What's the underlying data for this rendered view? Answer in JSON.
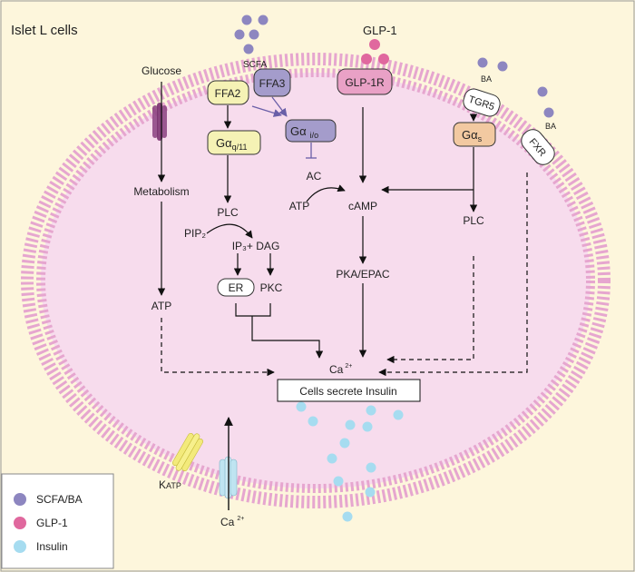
{
  "title": "Islet L cells",
  "ligands": {
    "scfa": "SCFA",
    "glp1": "GLP-1",
    "ba": "BA"
  },
  "receptors": {
    "ffa2": "FFA2",
    "ffa3": "FFA3",
    "glp1r": "GLP-1R",
    "tgr5": "TGR5",
    "fxr": "FXR"
  },
  "g_proteins": {
    "gq_main": "Gα",
    "gq_sub": "q/11",
    "gio_main": "Gα",
    "gio_sub": "i/o",
    "gs_main": "Gα",
    "gs_sub": "s"
  },
  "nodes": {
    "glucose": "Glucose",
    "metabolism": "Metabolism",
    "atp_left": "ATP",
    "plc_left": "PLC",
    "pip2": "PIP₂",
    "ip3_dag": "IP₃+ DAG",
    "er": "ER",
    "pkc": "PKC",
    "ac": "AC",
    "atp_mid": "ATP",
    "camp": "cAMP",
    "pka_epac": "PKA/EPAC",
    "plc_right": "PLC",
    "ca_inner": "Ca",
    "ca_inner_sup": "2+",
    "secrete": "Cells secrete Insulin",
    "katp_k": "K",
    "katp_sub": "ATP",
    "ca_outer": "Ca",
    "ca_outer_sup": "2+"
  },
  "legend": [
    {
      "label": "SCFA/BA",
      "color": "#8d86c0"
    },
    {
      "label": "GLP-1",
      "color": "#e0689e"
    },
    {
      "label": "Insulin",
      "color": "#a6dcf0"
    }
  ],
  "colors": {
    "background": "#fdf6dc",
    "cell_fill": "#f7dced",
    "membrane": "#e6a6cf",
    "ffa2": "#f5f2b5",
    "ffa3": "#a49ccb",
    "gio": "#a49ccb",
    "gq": "#f5f2b5",
    "gs": "#f2c9a1",
    "glp1r": "#e9a1c6",
    "arrow_purple": "#6a5fa8"
  }
}
